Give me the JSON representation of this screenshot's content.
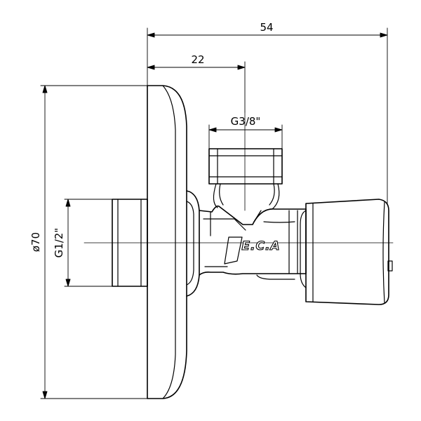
{
  "dimensions": {
    "overall_length": "54",
    "axis_offset": "22",
    "outlet_thread": "G3/8\"",
    "rosette_diameter": "ø70",
    "inlet_thread": "G1/2\""
  },
  "brand": {
    "logo_text": "E.C.A"
  },
  "colors": {
    "line": "#000000",
    "background": "#ffffff"
  }
}
